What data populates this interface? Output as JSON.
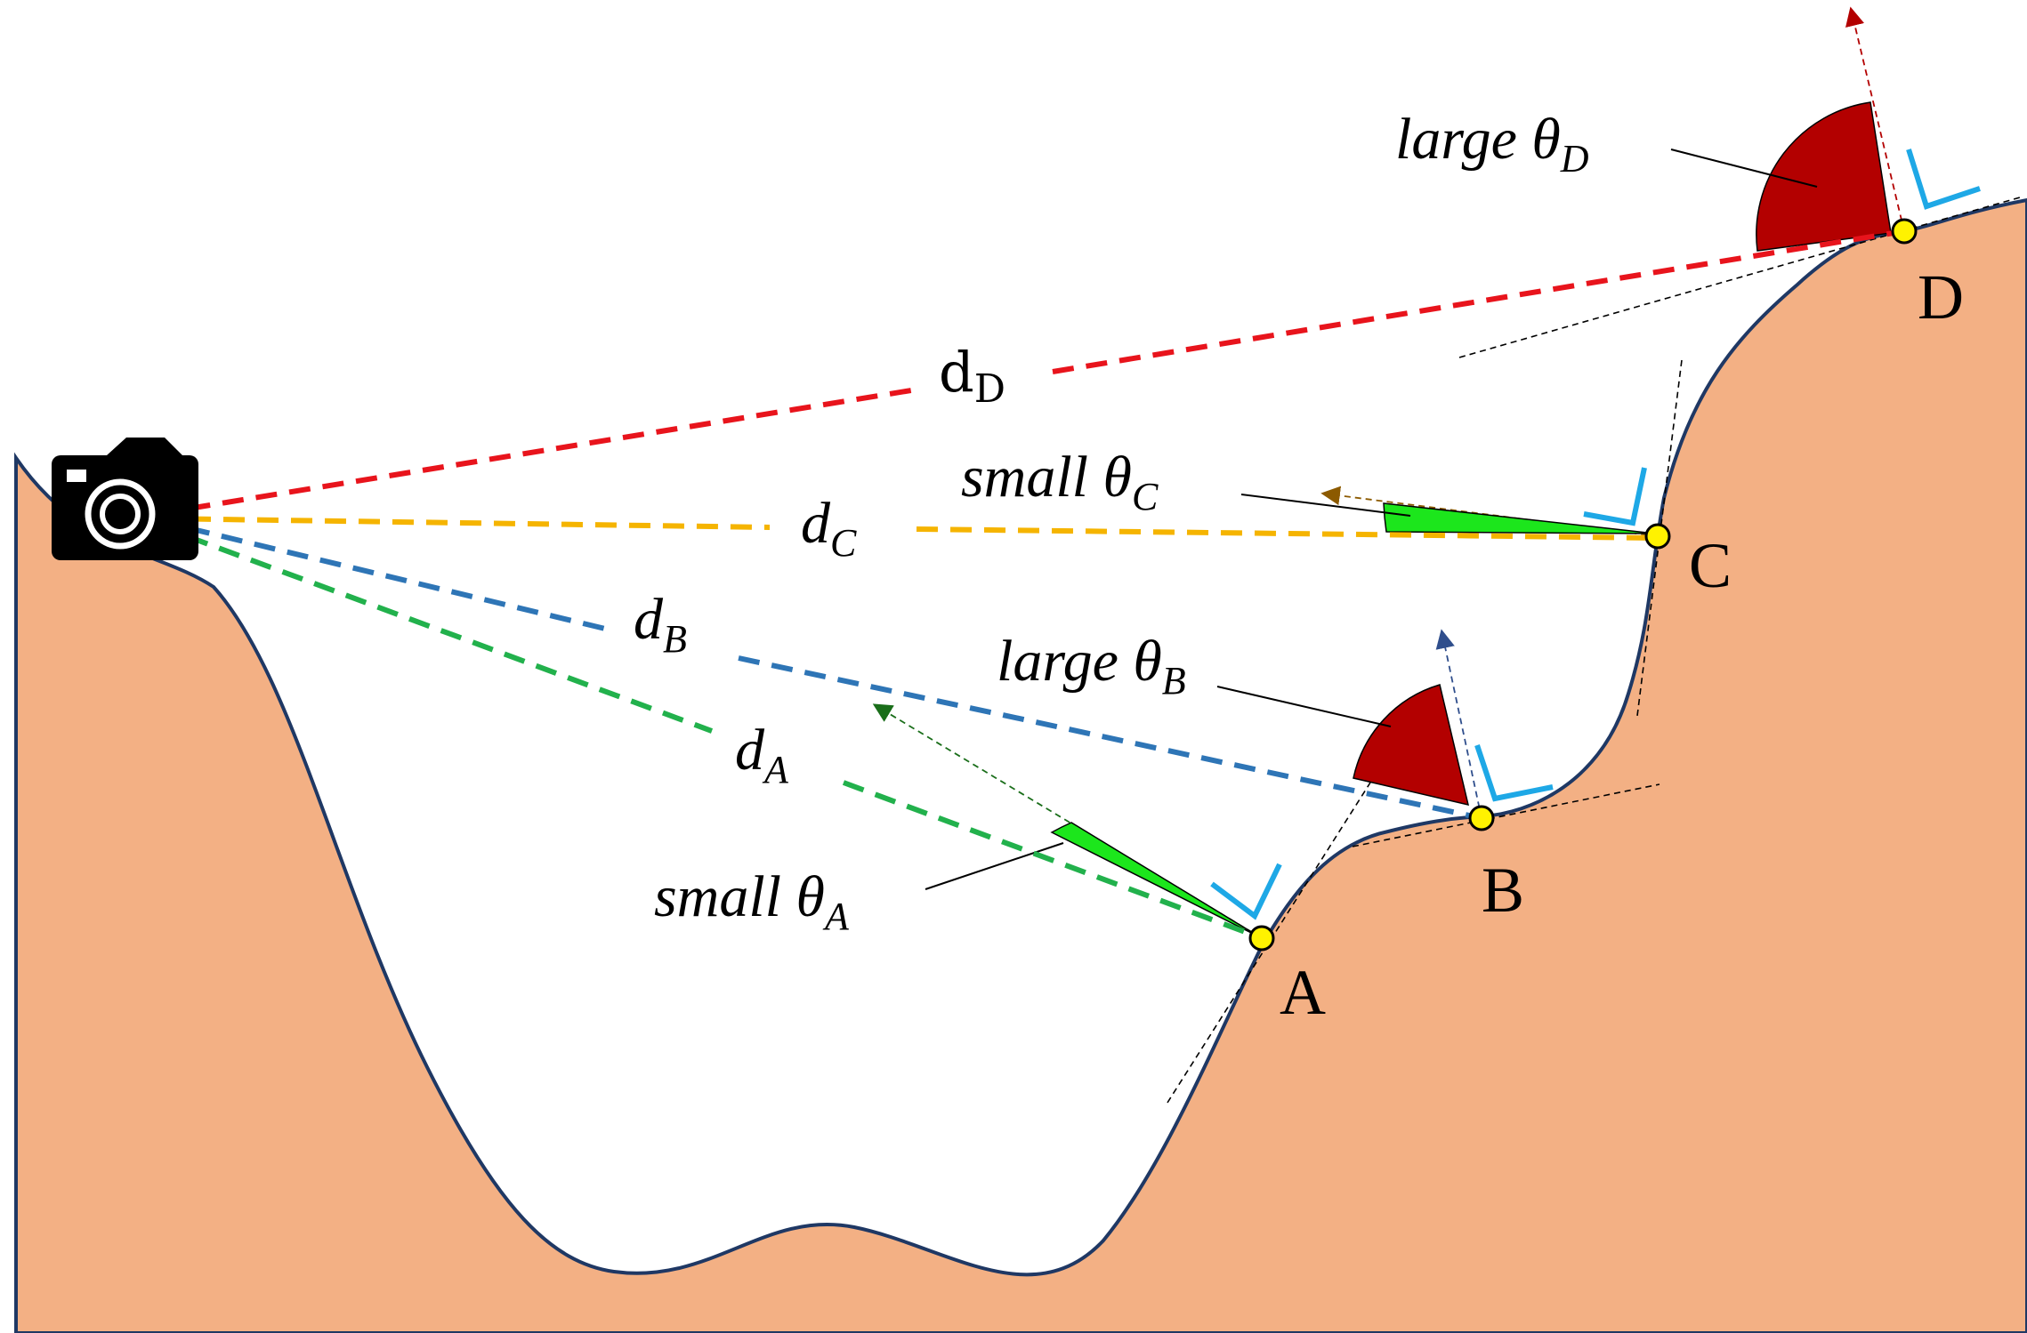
{
  "colors": {
    "terrain_fill": "#F3B084",
    "terrain_edge": "#1F3864",
    "ray_A": "#22B14C",
    "ray_B": "#2E75B6",
    "ray_C": "#F5B400",
    "ray_D": "#E8141C",
    "angle_small": "#1CE61C",
    "angle_large": "#B30000",
    "marker": "#FFF200",
    "normal_bracket": "#1EA8E6",
    "camera": "#000000"
  },
  "icons": {
    "camera": "camera-icon"
  },
  "points": {
    "A": "A",
    "B": "B",
    "C": "C",
    "D": "D"
  },
  "distances": {
    "A": {
      "base": "d",
      "sub": "A"
    },
    "B": {
      "base": "d",
      "sub": "B"
    },
    "C": {
      "base": "d",
      "sub": "C"
    },
    "D": {
      "base": "d",
      "sub": "D"
    }
  },
  "angles": {
    "A": {
      "prefix": "small ",
      "symbol": "θ",
      "sub": "A"
    },
    "B": {
      "prefix": "large ",
      "symbol": "θ",
      "sub": "B"
    },
    "C": {
      "prefix": "small ",
      "symbol": "θ",
      "sub": "C"
    },
    "D": {
      "prefix": "large ",
      "symbol": "θ",
      "sub": "D"
    }
  }
}
